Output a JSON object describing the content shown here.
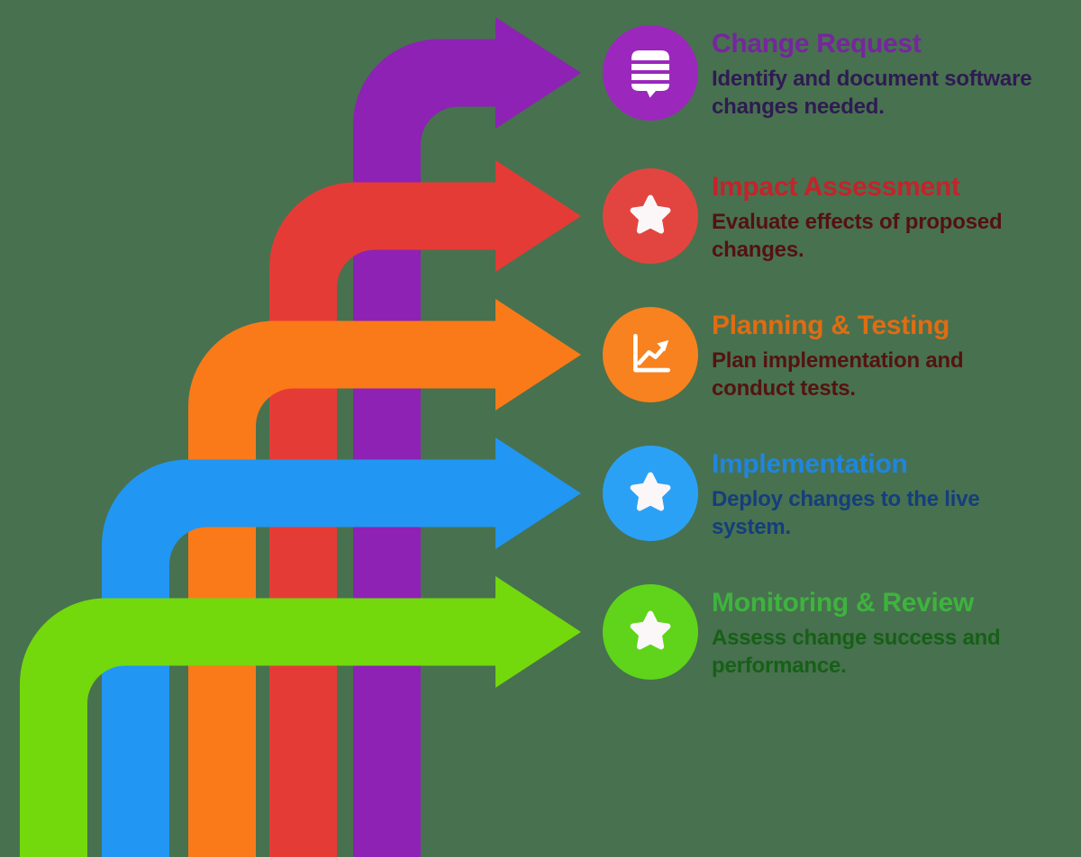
{
  "background_color": "#48714f",
  "items": [
    {
      "title": "Change Request",
      "description_lines": [
        "Identify and document software",
        "changes needed."
      ],
      "icon": "chat-lines-icon",
      "arrow_color": "#8d22b4",
      "circle_color": "#9c27bd",
      "title_color": "#76269e",
      "description_color": "#2e1b52"
    },
    {
      "title": "Impact Assessment",
      "description_lines": [
        "Evaluate effects of proposed",
        "changes."
      ],
      "icon": "star-icon",
      "arrow_color": "#e53b36",
      "circle_color": "#e2453f",
      "title_color": "#c4232b",
      "description_color": "#541114"
    },
    {
      "title": "Planning & Testing",
      "description_lines": [
        "Plan implementation and",
        "conduct tests."
      ],
      "icon": "chart-icon",
      "arrow_color": "#fa7a19",
      "circle_color": "#f8821f",
      "title_color": "#e06c12",
      "description_color": "#531410"
    },
    {
      "title": "Implementation",
      "description_lines": [
        "Deploy changes to the live",
        "system."
      ],
      "icon": "star-icon",
      "arrow_color": "#2196f3",
      "circle_color": "#2ba1f6",
      "title_color": "#1f86df",
      "description_color": "#143e7c"
    },
    {
      "title": "Monitoring & Review",
      "description_lines": [
        "Assess change success and",
        "performance."
      ],
      "icon": "star-icon",
      "arrow_color": "#73d80c",
      "circle_color": "#5fd41a",
      "title_color": "#3eb33e",
      "description_color": "#166017"
    }
  ]
}
